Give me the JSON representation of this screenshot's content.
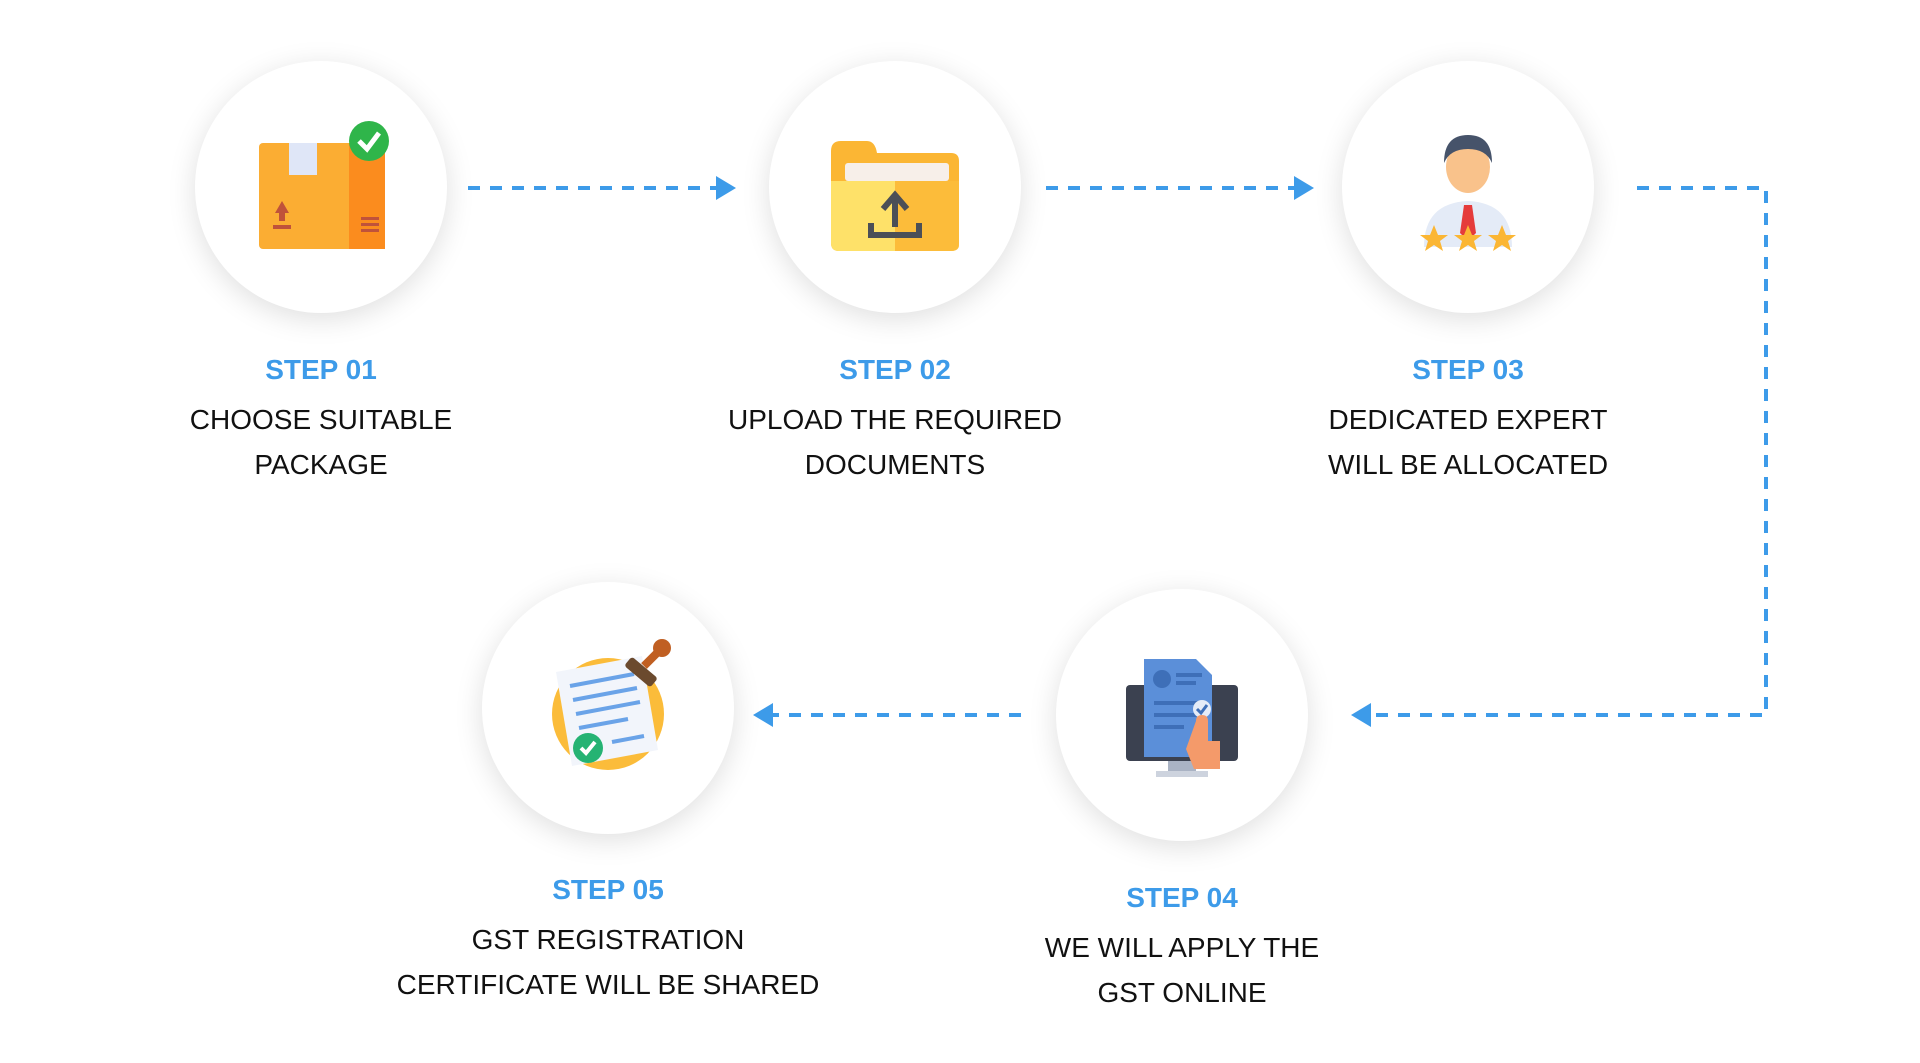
{
  "accent_color": "#3d9be9",
  "steps": [
    {
      "label": "STEP 01",
      "line1": "CHOOSE SUITABLE",
      "line2": "PACKAGE",
      "icon": "package-check-icon"
    },
    {
      "label": "STEP 02",
      "line1": "UPLOAD THE REQUIRED",
      "line2": "DOCUMENTS",
      "icon": "folder-upload-icon"
    },
    {
      "label": "STEP 03",
      "line1": "DEDICATED EXPERT",
      "line2": "WILL BE ALLOCATED",
      "icon": "expert-rating-icon"
    },
    {
      "label": "STEP 04",
      "line1": "WE WILL APPLY THE",
      "line2": "GST ONLINE",
      "icon": "online-application-icon"
    },
    {
      "label": "STEP 05",
      "line1": "GST REGISTRATION",
      "line2": "CERTIFICATE WILL BE SHARED",
      "icon": "certificate-stamp-icon"
    }
  ]
}
